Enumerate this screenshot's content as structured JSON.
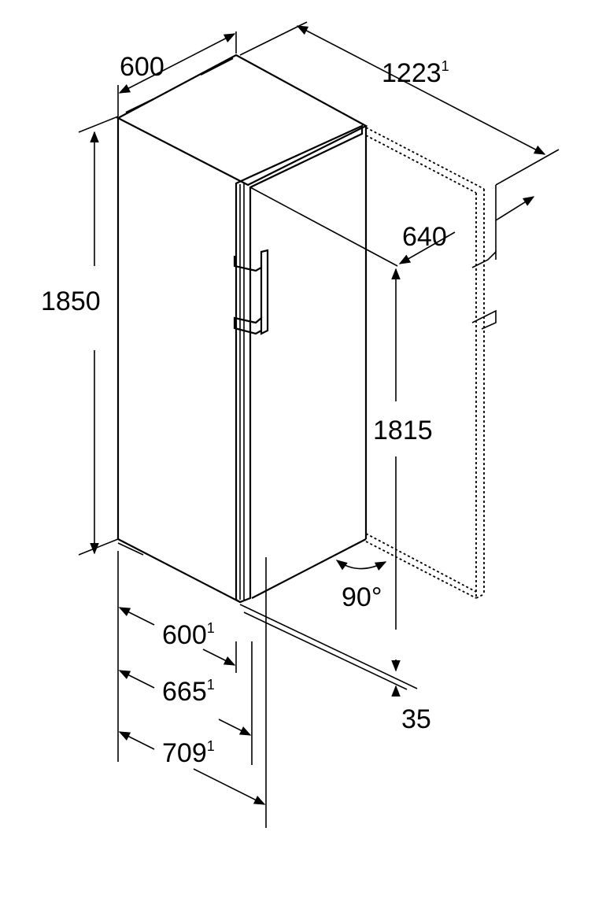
{
  "dimensions": {
    "top_width": "600",
    "total_depth_open": "1223",
    "total_depth_open_sup": "1",
    "depth_recess": "640",
    "height": "1850",
    "door_height": "1815",
    "door_angle": "90°",
    "depth_600": "600",
    "depth_600_sup": "1",
    "depth_665": "665",
    "depth_665_sup": "1",
    "depth_709": "709",
    "depth_709_sup": "1",
    "gap": "35"
  }
}
